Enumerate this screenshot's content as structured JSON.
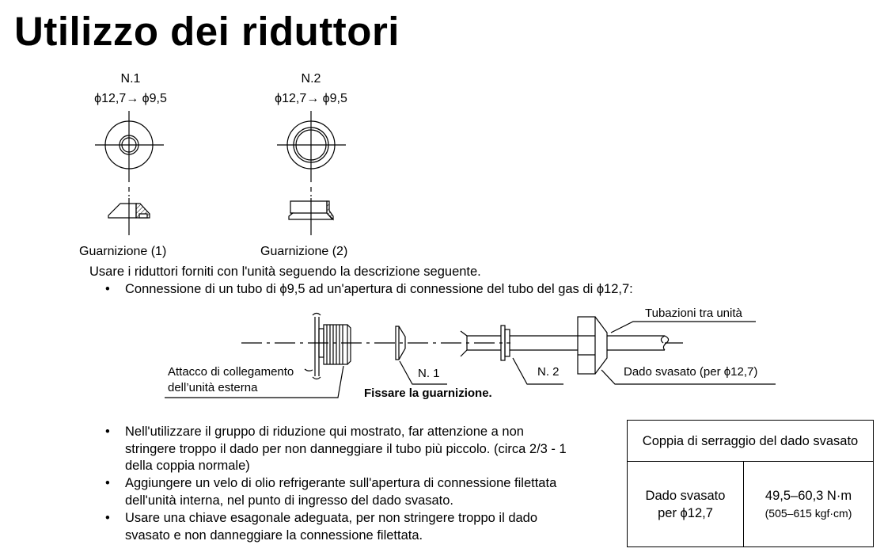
{
  "title": "Utilizzo dei riduttori",
  "gaskets": [
    {
      "number": "N.1",
      "size": "ϕ12,7→ ϕ9,5",
      "caption": "Guarnizione (1)"
    },
    {
      "number": "N.2",
      "size": "ϕ12,7→ ϕ9,5",
      "caption": "Guarnizione (2)"
    }
  ],
  "intro": "Usare i riduttori forniti con l'unità seguendo la descrizione seguente.",
  "bullet_symbol": "•",
  "first_bullet": "Connessione di un tubo di ϕ9,5 ad un'apertura di connessione del tubo del gas di ϕ12,7:",
  "assembly": {
    "outdoor_port_line1": "Attacco di collegamento",
    "outdoor_port_line2": "dell’unità esterna",
    "n1": "N. 1",
    "n2": "N. 2",
    "piping": "Tubazioni tra unità",
    "flare_nut": "Dado svasato (per ϕ12,7)",
    "caption": "Fissare la guarnizione."
  },
  "notes": [
    [
      "Nell'utilizzare il gruppo di riduzione qui mostrato, far attenzione a non",
      "stringere troppo il dado per non danneggiare il tubo più piccolo. (circa 2/3 - 1",
      "della coppia normale)"
    ],
    [
      "Aggiungere un velo di olio refrigerante sull'apertura di connessione filettata",
      "dell'unità interna, nel punto di ingresso del dado svasato."
    ],
    [
      "Usare una chiave esagonale adeguata, per non stringere troppo il dado",
      "svasato e non danneggiare la connessione filettata."
    ]
  ],
  "torque_table": {
    "header": "Coppia di serraggio del dado svasato",
    "row_label_line1": "Dado svasato",
    "row_label_line2": "per ϕ12,7",
    "value": "49,5–60,3 N·m",
    "value_alt": "(505–615 kgf·cm)"
  }
}
